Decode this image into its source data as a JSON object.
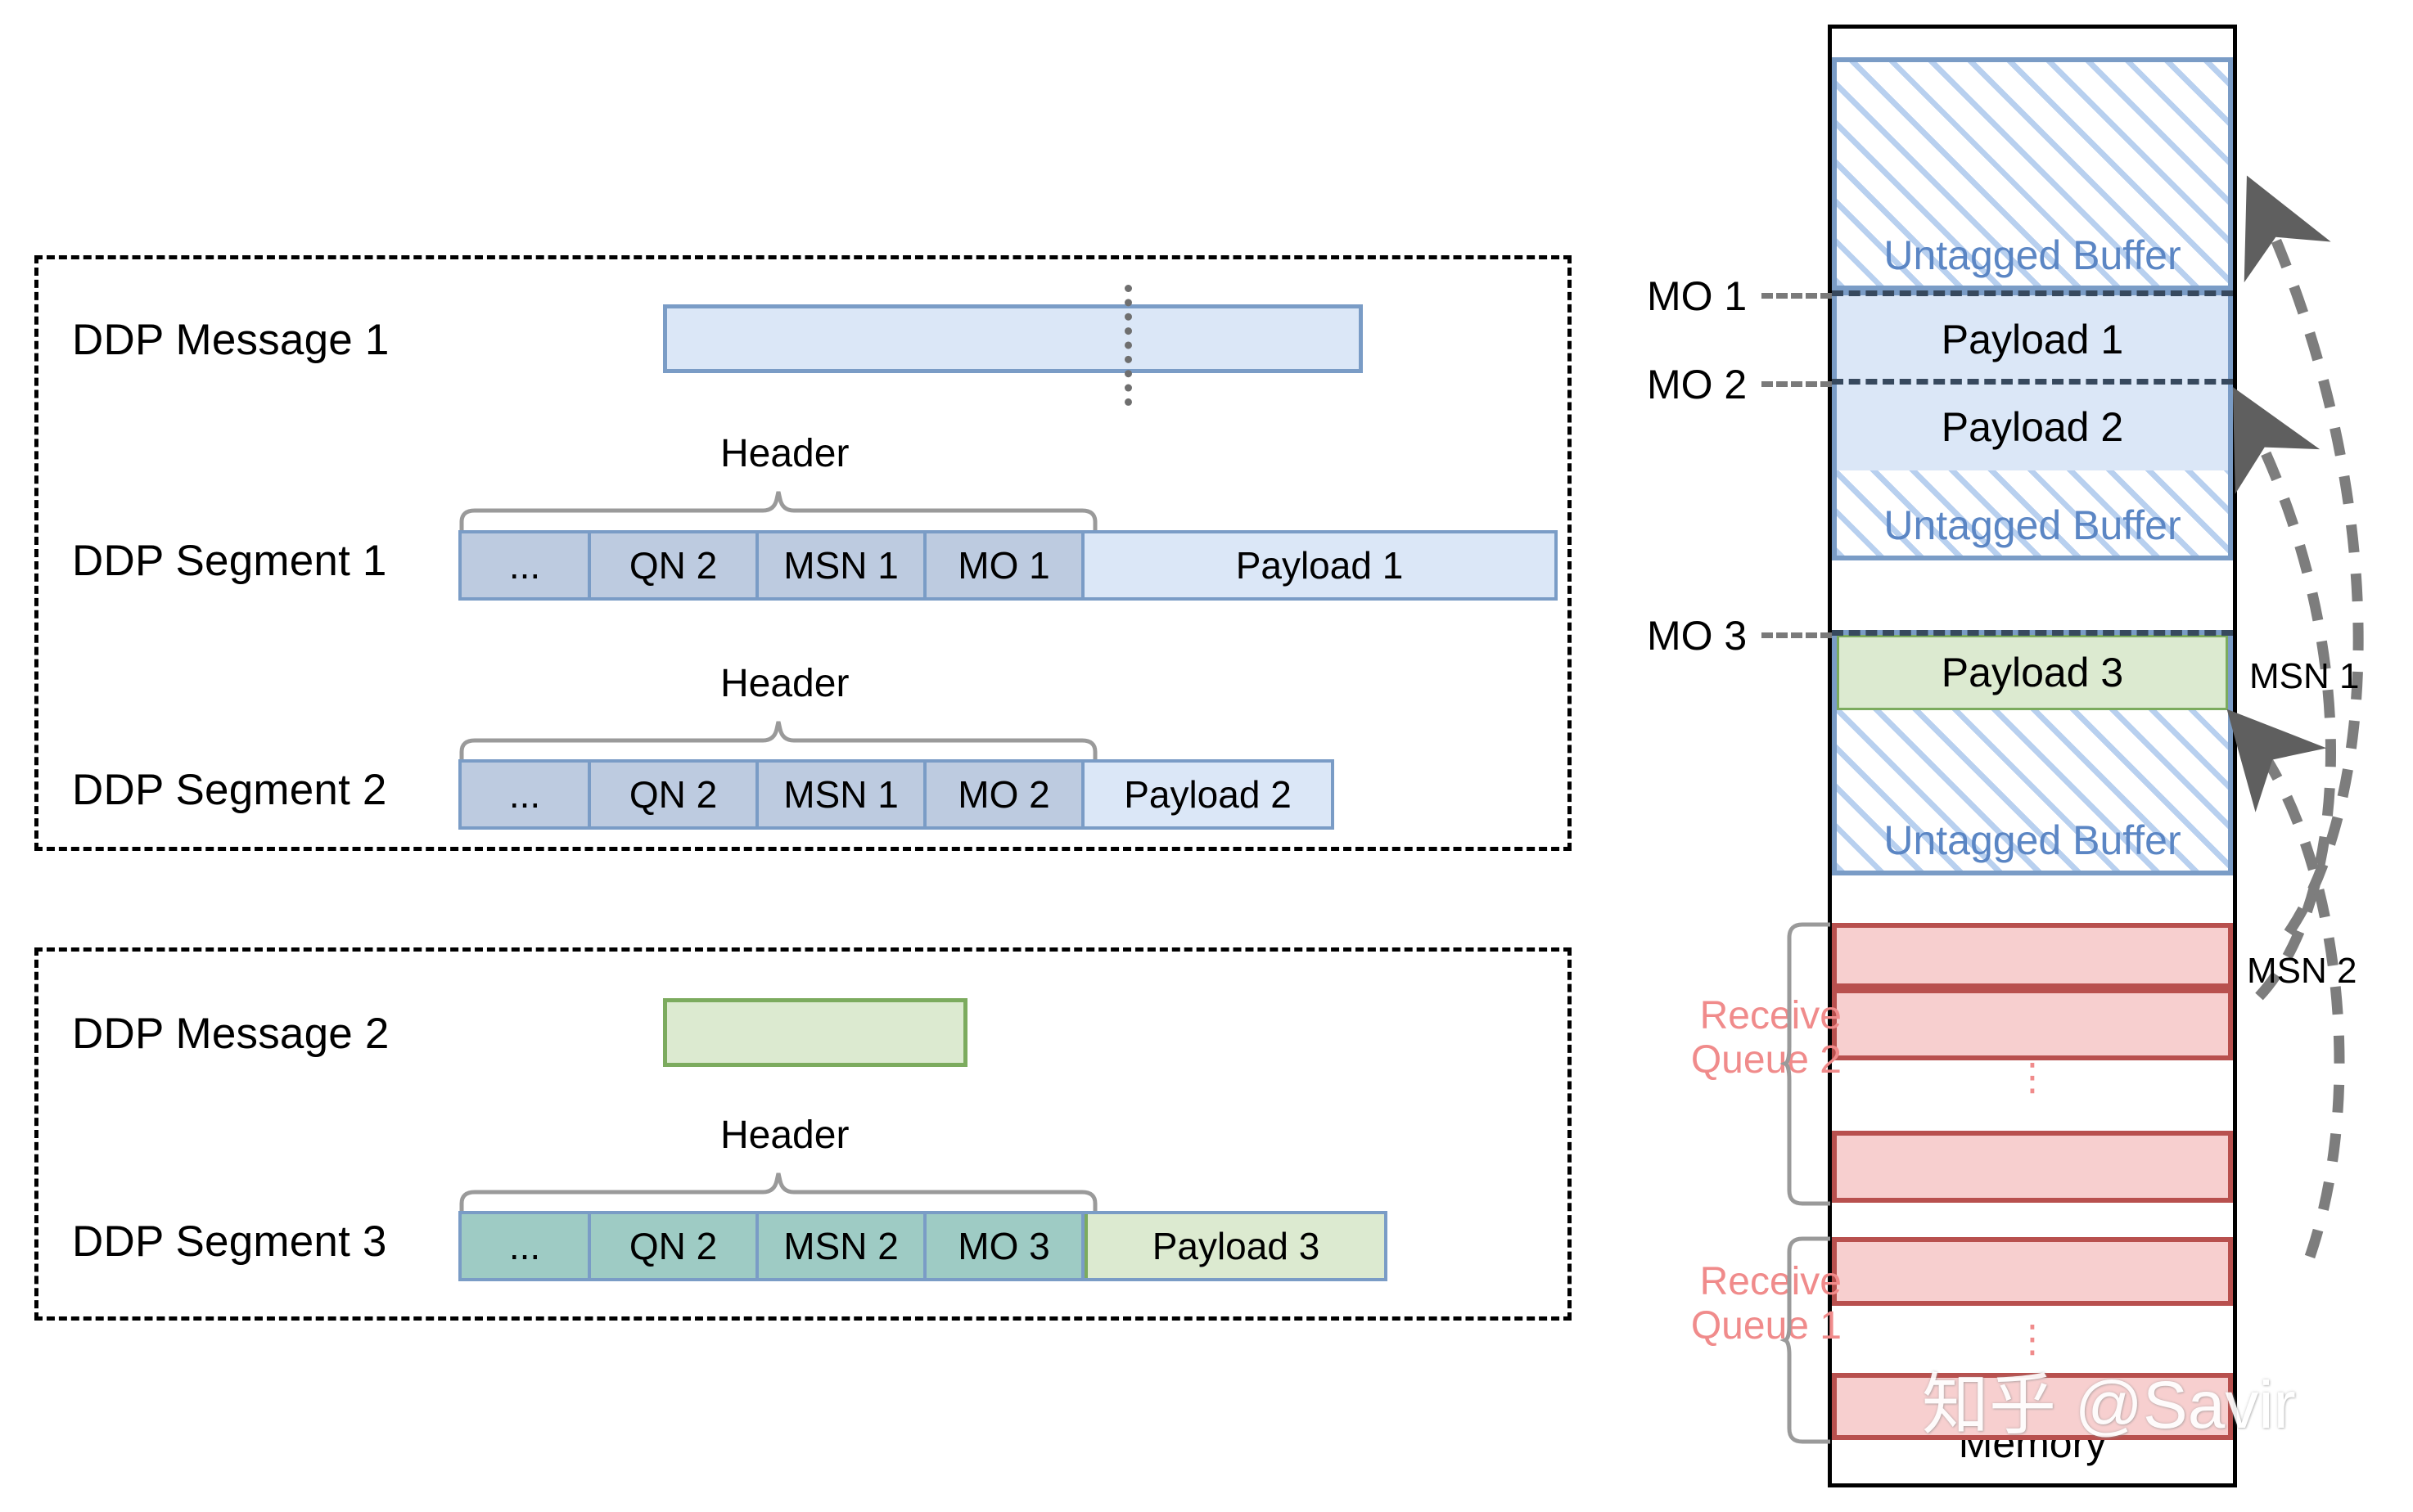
{
  "left_panel": {
    "group1": {
      "message": {
        "label": "DDP Message 1"
      },
      "segments": [
        {
          "label": "DDP Segment 1",
          "brace_label": "Header",
          "header_cells": [
            "...",
            "QN 2",
            "MSN 1",
            "MO 1"
          ],
          "payload": "Payload 1"
        },
        {
          "label": "DDP Segment 2",
          "brace_label": "Header",
          "header_cells": [
            "...",
            "QN 2",
            "MSN 1",
            "MO 2"
          ],
          "payload": "Payload 2"
        }
      ]
    },
    "group2": {
      "message": {
        "label": "DDP Message 2"
      },
      "segments": [
        {
          "label": "DDP Segment 3",
          "brace_label": "Header",
          "header_cells": [
            "...",
            "QN 2",
            "MSN 2",
            "MO 3"
          ],
          "payload": "Payload 3"
        }
      ]
    }
  },
  "memory": {
    "title": "Memory",
    "offset_labels": [
      "MO 1",
      "MO 2",
      "MO 3"
    ],
    "buffer_group_1": {
      "untagged_top": "Untagged Buffer",
      "payloads": [
        "Payload 1",
        "Payload 2"
      ],
      "untagged_bottom": "Untagged Buffer"
    },
    "buffer_group_2": {
      "payload": "Payload 3",
      "untagged": "Untagged Buffer"
    },
    "queues": [
      {
        "label_line1": "Receive",
        "label_line2": "Queue 2",
        "ellipsis": "⋮"
      },
      {
        "label_line1": "Receive",
        "label_line2": "Queue 1",
        "ellipsis": "⋮"
      }
    ]
  },
  "annotations": {
    "msn_labels": [
      "MSN 1",
      "MSN 2"
    ]
  },
  "watermark": {
    "text": "知乎 @Savir"
  },
  "colors": {
    "blue_border": "#7a9cc6",
    "blue_fill": "#dbe7f7",
    "blue_header": "#bdcbe0",
    "teal_header": "#9ecbc4",
    "green_border": "#7cab5e",
    "green_fill": "#dcead0",
    "red_border": "#b8504e",
    "red_fill": "#f7cfcf",
    "red_text": "#f08b8b",
    "buffer_text": "#5b86c4",
    "arrow_gray": "#6f6f6f",
    "mo_dash": "#37495e"
  }
}
